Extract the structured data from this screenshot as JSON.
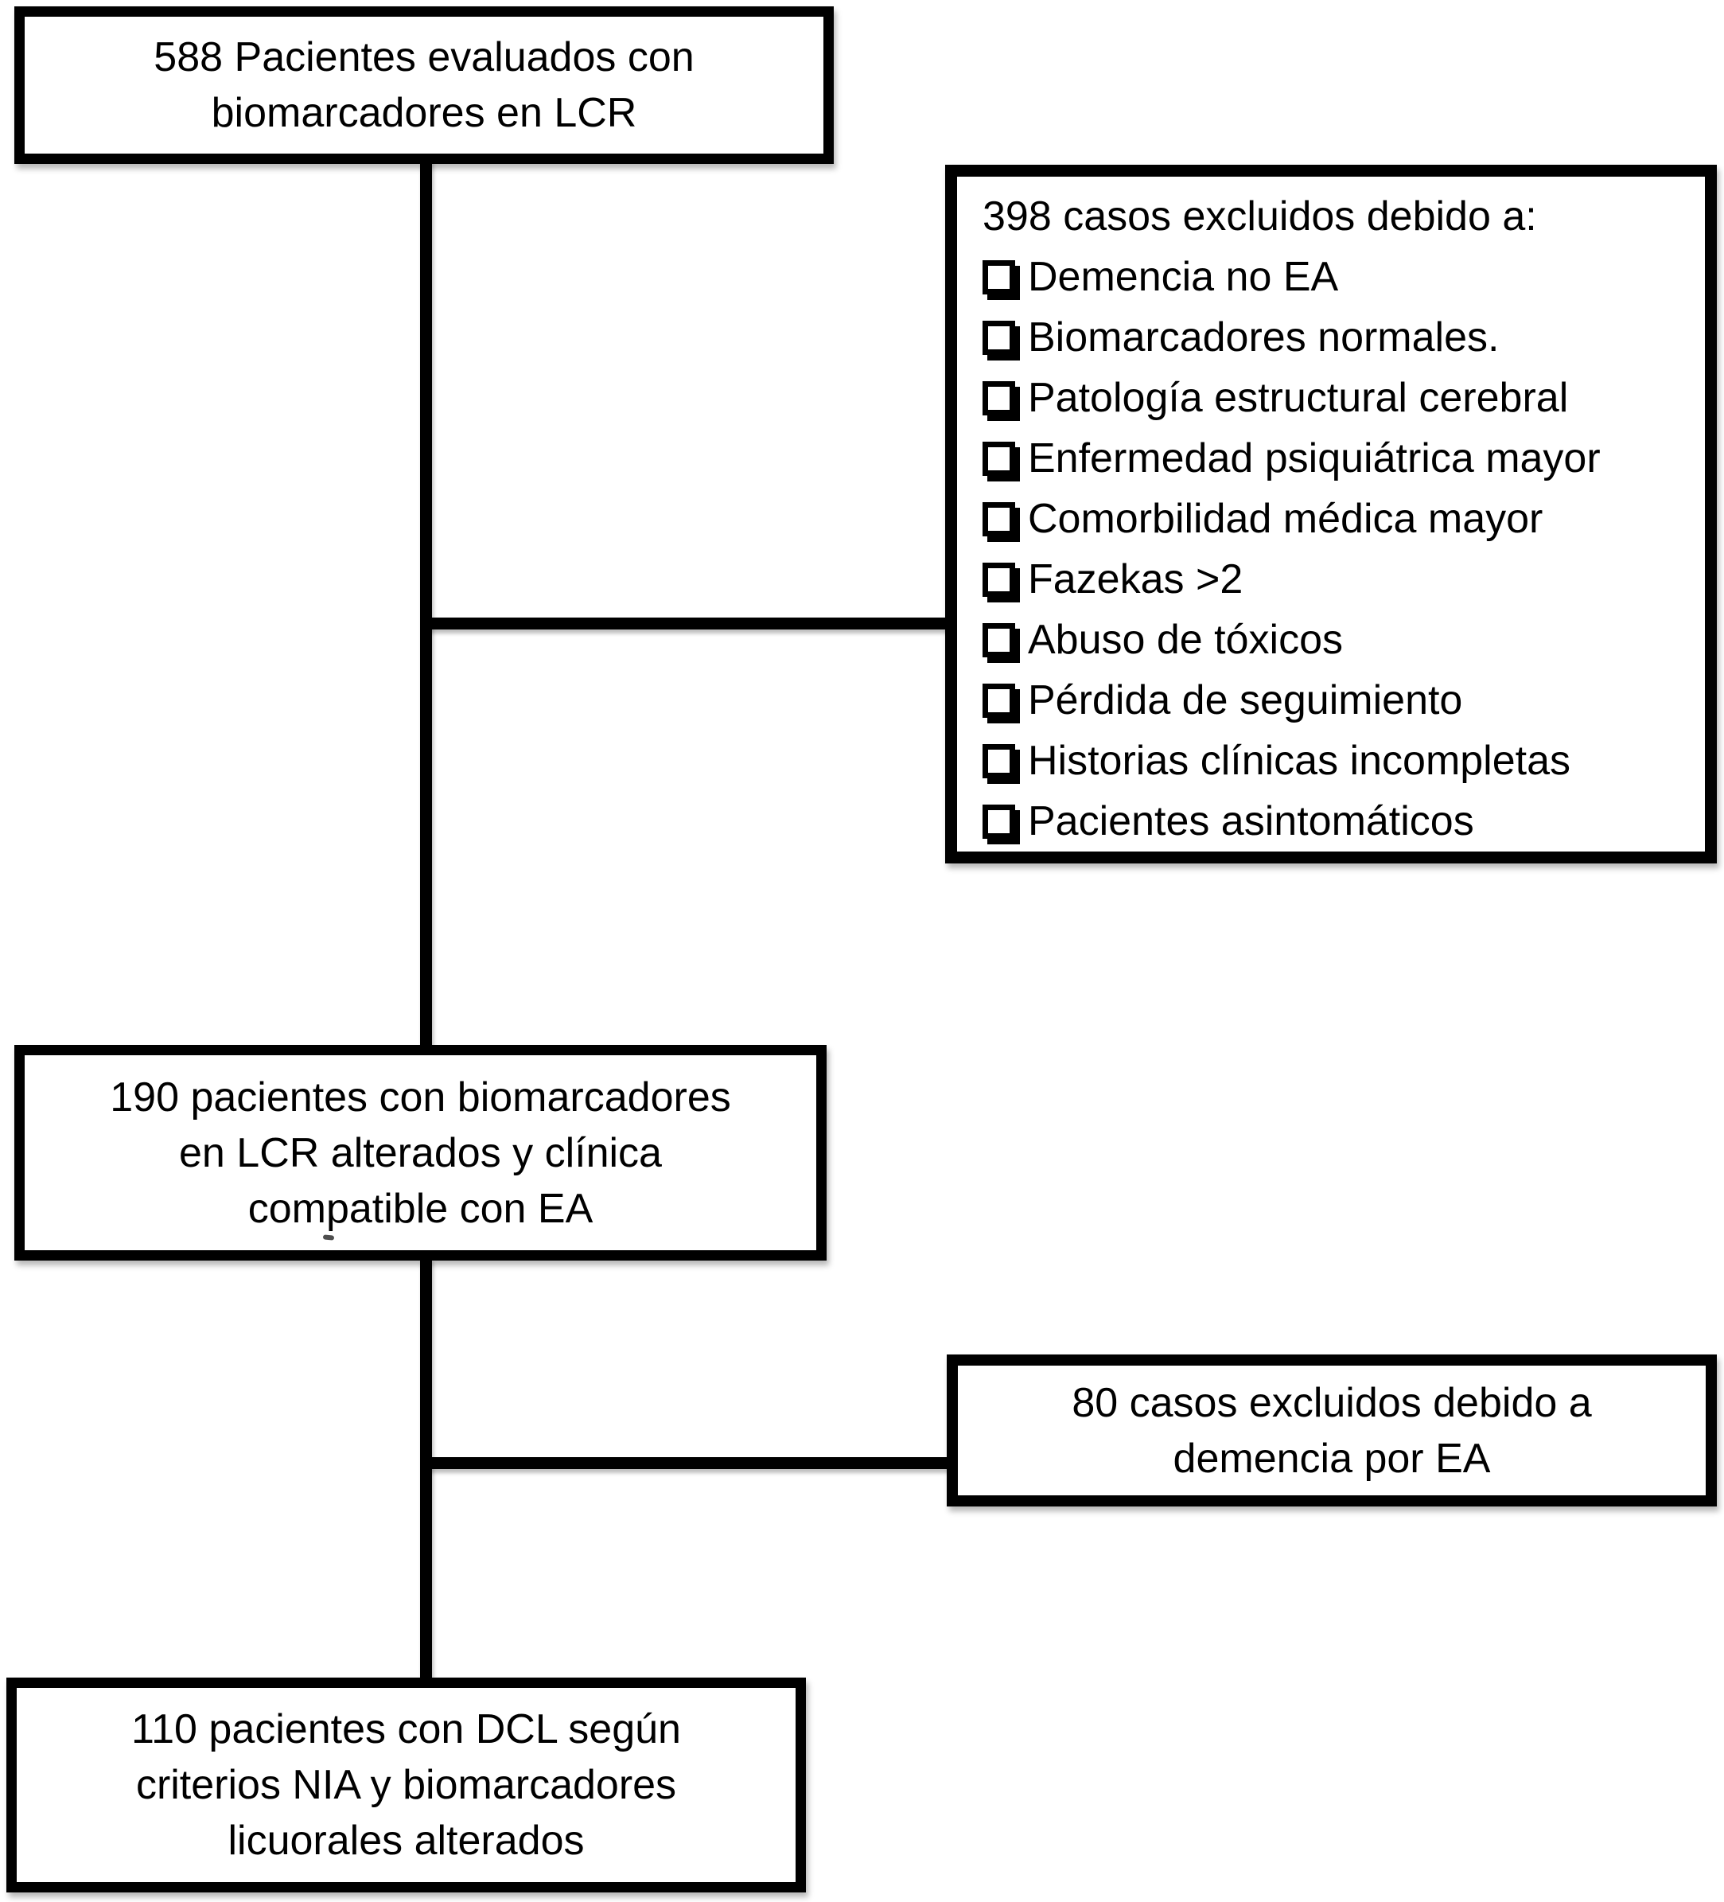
{
  "diagram": {
    "type": "flowchart",
    "language": "es",
    "colors": {
      "background": "#ffffff",
      "stroke": "#000000",
      "text": "#000000"
    },
    "nodes": {
      "box_588": {
        "lines": [
          "588 Pacientes evaluados con",
          "biomarcadores en LCR"
        ]
      },
      "box_excluded_398": {
        "header": "398 casos excluidos debido a:",
        "bullet_icon": "ballot-box-icon",
        "items": [
          "Demencia no EA",
          "Biomarcadores normales.",
          "Patología estructural cerebral",
          "Enfermedad psiquiátrica mayor",
          "Comorbilidad médica mayor",
          "Fazekas >2",
          "Abuso de tóxicos",
          "Pérdida de seguimiento",
          "Historias clínicas incompletas",
          "Pacientes asintomáticos"
        ]
      },
      "box_190": {
        "lines": [
          "190 pacientes con biomarcadores",
          "en LCR alterados y clínica",
          "compatible con EA"
        ]
      },
      "box_excluded_80": {
        "lines": [
          "80 casos excluidos debido a",
          "demencia por EA"
        ]
      },
      "box_110": {
        "lines": [
          "110 pacientes con DCL según",
          "criterios NIA y biomarcadores",
          "licuorales alterados"
        ]
      }
    }
  }
}
